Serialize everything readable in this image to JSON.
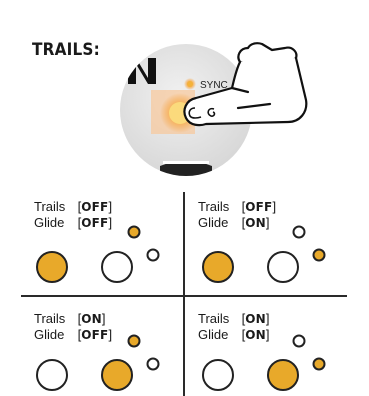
{
  "heading": "TRAILS:",
  "device": {
    "sync_label": "SYNC"
  },
  "colors": {
    "amber": "#E8A92A",
    "outline": "#222222",
    "glow": "#F6A445"
  },
  "quadrants": [
    {
      "trails_label": "Trails",
      "trails_value": "OFF",
      "glide_label": "Glide",
      "glide_value": "OFF"
    },
    {
      "trails_label": "Trails",
      "trails_value": "OFF",
      "glide_label": "Glide",
      "glide_value": "ON"
    },
    {
      "trails_label": "Trails",
      "trails_value": "ON",
      "glide_label": "Glide",
      "glide_value": "OFF"
    },
    {
      "trails_label": "Trails",
      "trails_value": "ON",
      "glide_label": "Glide",
      "glide_value": "ON"
    }
  ]
}
